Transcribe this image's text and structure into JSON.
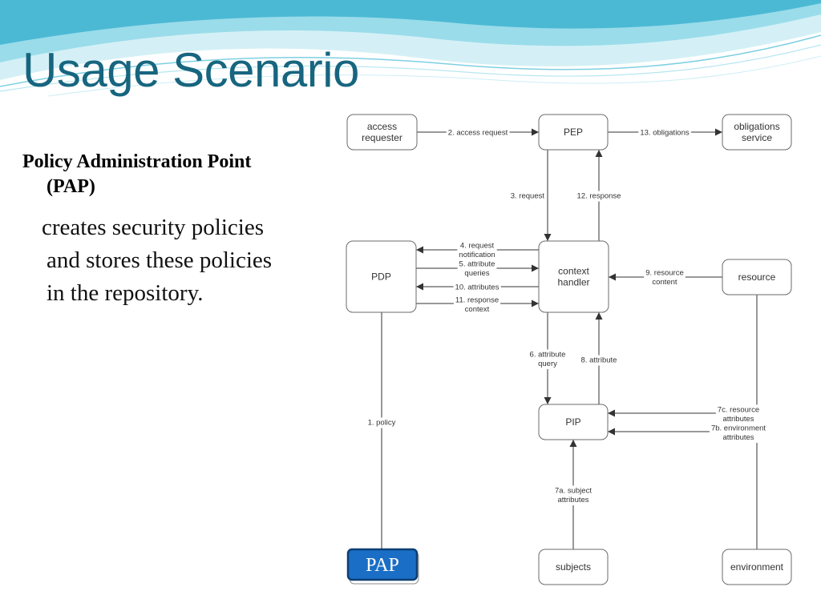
{
  "slide": {
    "title": "Usage Scenario",
    "heading_lines": [
      "Policy  Administration Point",
      "(PAP)"
    ],
    "body_lines": [
      "creates security policies",
      "and stores these policies",
      "in the repository."
    ]
  },
  "colors": {
    "title": "#17657f",
    "wave_light": "#bfe8f1",
    "wave_mid": "#7fd0e2",
    "wave_dark": "#3aaecb",
    "pap_fill": "#1a6ec5",
    "pap_border": "#0e3f73",
    "box_border": "#6b6b6b",
    "line": "#333333"
  },
  "diagram": {
    "nodes": [
      {
        "id": "access-requester",
        "lines": [
          "access",
          "requester"
        ]
      },
      {
        "id": "pep",
        "lines": [
          "PEP"
        ]
      },
      {
        "id": "obligations-service",
        "lines": [
          "obligations",
          "service"
        ]
      },
      {
        "id": "pdp",
        "lines": [
          "PDP"
        ]
      },
      {
        "id": "context-handler",
        "lines": [
          "context",
          "handler"
        ]
      },
      {
        "id": "resource",
        "lines": [
          "resource"
        ]
      },
      {
        "id": "pip",
        "lines": [
          "PIP"
        ]
      },
      {
        "id": "pap",
        "lines": [
          "PAP"
        ]
      },
      {
        "id": "subjects",
        "lines": [
          "subjects"
        ]
      },
      {
        "id": "environment",
        "lines": [
          "environment"
        ]
      }
    ],
    "edges": [
      {
        "id": "access-request",
        "lines": [
          "2. access request"
        ]
      },
      {
        "id": "obligations",
        "lines": [
          "13. obligations"
        ]
      },
      {
        "id": "request",
        "lines": [
          "3. request"
        ]
      },
      {
        "id": "response",
        "lines": [
          "12. response"
        ]
      },
      {
        "id": "request-notification",
        "lines": [
          "4. request",
          "notification"
        ]
      },
      {
        "id": "attribute-queries",
        "lines": [
          "5. attribute",
          "queries"
        ]
      },
      {
        "id": "attributes",
        "lines": [
          "10. attributes"
        ]
      },
      {
        "id": "response-context",
        "lines": [
          "11. response",
          "context"
        ]
      },
      {
        "id": "resource-content",
        "lines": [
          "9. resource",
          "content"
        ]
      },
      {
        "id": "attribute-query",
        "lines": [
          "6. attribute",
          "query"
        ]
      },
      {
        "id": "attribute",
        "lines": [
          "8. attribute"
        ]
      },
      {
        "id": "policy",
        "lines": [
          "1. policy"
        ]
      },
      {
        "id": "resource-attributes",
        "lines": [
          "7c. resource",
          "attributes"
        ]
      },
      {
        "id": "environment-attributes",
        "lines": [
          "7b. environment",
          "attributes"
        ]
      },
      {
        "id": "subject-attributes",
        "lines": [
          "7a. subject",
          "attributes"
        ]
      }
    ]
  }
}
